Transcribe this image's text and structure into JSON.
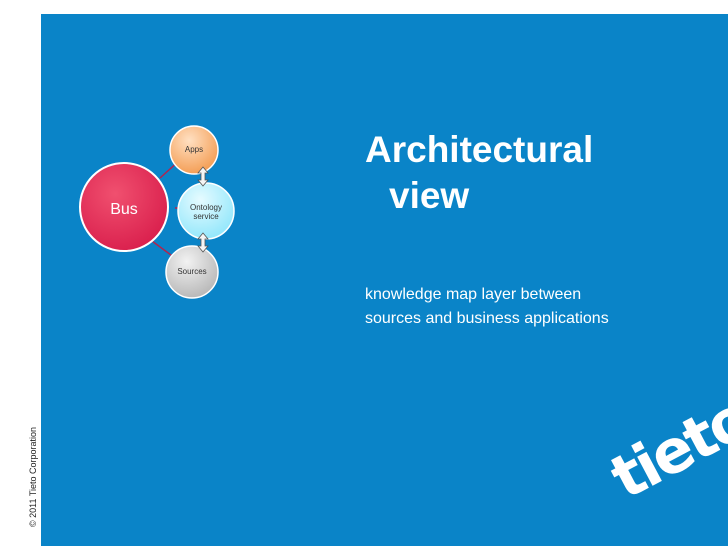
{
  "copyright": "© 2011 Tieto Corporation",
  "title": {
    "line1": "Architectural",
    "line2": "view"
  },
  "subtitle": {
    "line1": "knowledge map layer between",
    "line2": "sources and business applications"
  },
  "diagram": {
    "nodes": {
      "bus": "Bus",
      "apps": "Apps",
      "ontology_line1": "Ontology",
      "ontology_line2": "service",
      "sources": "Sources"
    },
    "colors": {
      "bus": "#e32a55",
      "apps": "#f9ab66",
      "ontology": "#a8efff",
      "sources": "#c8c8c8",
      "connector": "#b02550"
    }
  },
  "logo": {
    "text": "tieto"
  }
}
